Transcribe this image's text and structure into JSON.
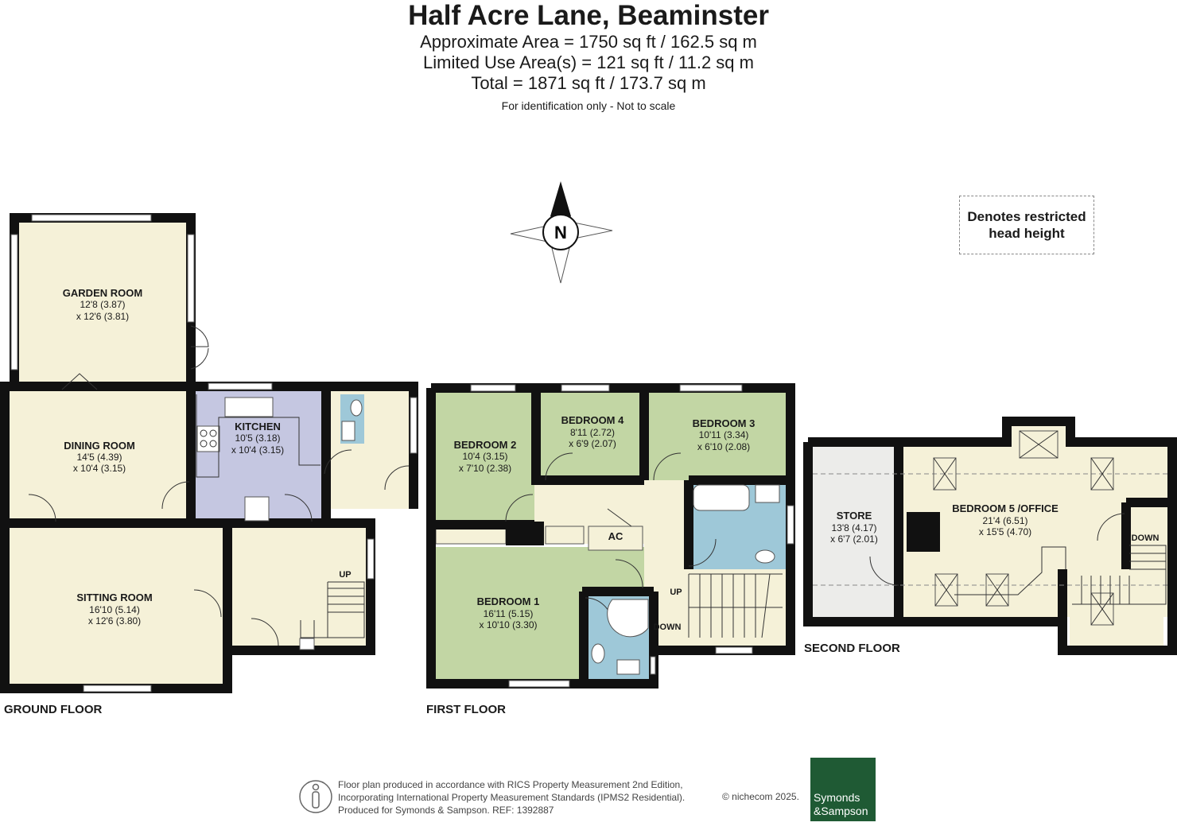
{
  "header": {
    "title": "Half Acre Lane, Beaminster",
    "area_line1": "Approximate Area = 1750 sq ft / 162.5 sq m",
    "area_line2": "Limited Use Area(s) = 121 sq ft / 11.2 sq m",
    "area_line3": "Total = 1871 sq ft / 173.7 sq m",
    "identification": "For identification only - Not to scale"
  },
  "compass": {
    "label": "N"
  },
  "legend": {
    "line1": "Denotes restricted",
    "line2": "head height"
  },
  "floors": {
    "ground": {
      "label": "GROUND FLOOR",
      "rooms": {
        "garden_room": {
          "name": "GARDEN ROOM",
          "dim1": "12'8 (3.87)",
          "dim2": "x 12'6 (3.81)"
        },
        "dining_room": {
          "name": "DINING ROOM",
          "dim1": "14'5 (4.39)",
          "dim2": "x 10'4 (3.15)"
        },
        "kitchen": {
          "name": "KITCHEN",
          "dim1": "10'5 (3.18)",
          "dim2": "x 10'4 (3.15)"
        },
        "sitting_room": {
          "name": "SITTING ROOM",
          "dim1": "16'10 (5.14)",
          "dim2": "x 12'6 (3.80)"
        }
      },
      "stairs_label": "UP"
    },
    "first": {
      "label": "FIRST FLOOR",
      "rooms": {
        "bedroom2": {
          "name": "BEDROOM 2",
          "dim1": "10'4 (3.15)",
          "dim2": "x 7'10 (2.38)"
        },
        "bedroom4": {
          "name": "BEDROOM 4",
          "dim1": "8'11 (2.72)",
          "dim2": "x 6'9 (2.07)"
        },
        "bedroom3": {
          "name": "BEDROOM 3",
          "dim1": "10'11 (3.34)",
          "dim2": "x 6'10 (2.08)"
        },
        "bedroom1": {
          "name": "BEDROOM 1",
          "dim1": "16'11 (5.15)",
          "dim2": "x 10'10 (3.30)"
        }
      },
      "ac_label": "AC",
      "up_label": "UP",
      "down_label": "DOWN"
    },
    "second": {
      "label": "SECOND FLOOR",
      "rooms": {
        "store": {
          "name": "STORE",
          "dim1": "13'8 (4.17)",
          "dim2": "x 6'7 (2.01)"
        },
        "bedroom5": {
          "name": "BEDROOM 5 /OFFICE",
          "dim1": "21'4 (6.51)",
          "dim2": "x 15'5 (4.70)"
        }
      },
      "down_label": "DOWN"
    }
  },
  "footer": {
    "line1": "Floor plan produced in accordance with RICS Property Measurement 2nd Edition,",
    "line2": "Incorporating International Property Measurement Standards (IPMS2 Residential).",
    "line3": "Produced for Symonds & Sampson.    REF:  1392887",
    "copyright": "© nichecom 2025.",
    "logo_line1": "Symonds",
    "logo_line2": "&Sampson"
  },
  "colors": {
    "room_cream": "#f5f1d8",
    "bedroom_green": "#c2d6a4",
    "kitchen_lilac": "#c5c7e1",
    "bathroom_blue": "#9ec8d8",
    "store_grey": "#ececea",
    "logo_green": "#1f5a34"
  }
}
